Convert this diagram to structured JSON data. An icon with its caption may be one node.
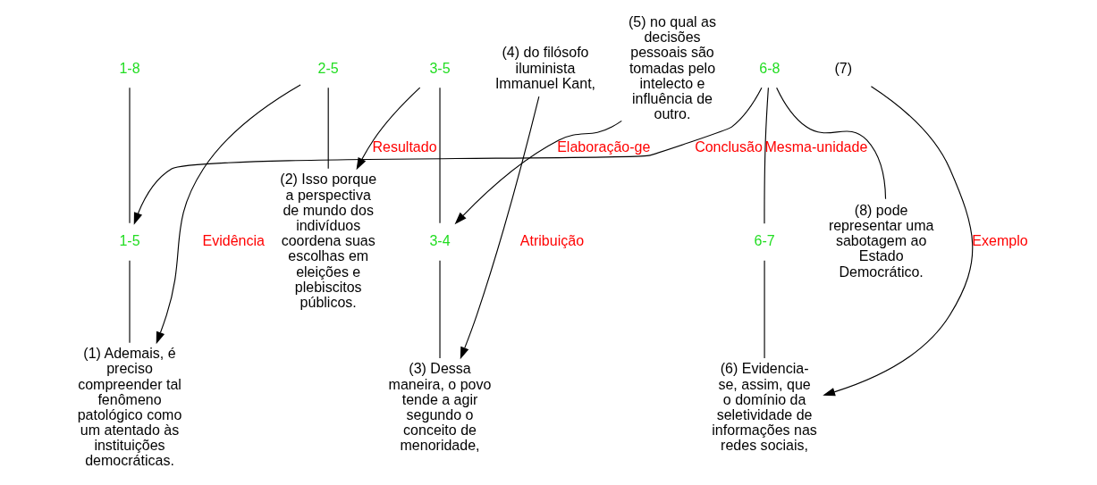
{
  "diagram": {
    "nodes": [
      {
        "text": [
          "1-8"
        ]
      },
      {
        "text": [
          "1-5"
        ]
      },
      {
        "text": [
          "6-8"
        ]
      },
      {
        "text": [
          "(1) Ademais, é preciso compreender tal fenômeno patológico como um atentado às instituições democráticas."
        ]
      },
      {
        "text": [
          "2-5"
        ]
      },
      {
        "text": [
          "6-7"
        ]
      },
      {
        "text": [
          "(8) pode representar uma sabotagem ao Estado Democrático."
        ]
      },
      {
        "text": [
          "(2) Isso porque a perspectiva de mundo dos indivíduos coordena suas escolhas em eleições e plebiscitos públicos."
        ]
      },
      {
        "text": [
          "3-5"
        ]
      },
      {
        "text": [
          "(6) Evidencia-se, assim, que o domínio da seletividade de informações nas redes sociais,"
        ]
      },
      {
        "text": [
          "(7)"
        ]
      },
      {
        "text": [
          "3-4"
        ]
      },
      {
        "text": [
          "(5) no qual as decisões pessoais são tomadas pelo intelecto e influência de outro."
        ]
      },
      {
        "text": [
          "(3) Dessa maneira, o povo tende a agir segundo o conceito de menoridade,"
        ]
      },
      {
        "text": [
          "(4) do filósofo iluminista Immanuel Kant,"
        ]
      }
    ],
    "edges": [
      {
        "from": 0,
        "to": 1,
        "arrow": "none"
      },
      {
        "from": 2,
        "to": 1,
        "arrow": "to",
        "label": "Conclusão"
      },
      {
        "from": 1,
        "to": 3,
        "arrow": "none"
      },
      {
        "from": 4,
        "to": 3,
        "arrow": "to",
        "label": "Evidência"
      },
      {
        "from": 4,
        "to": 7,
        "arrow": "none"
      },
      {
        "from": 8,
        "to": 7,
        "arrow": "to",
        "label": "Resultado"
      },
      {
        "from": 8,
        "to": 11,
        "arrow": "none"
      },
      {
        "from": 12,
        "to": 11,
        "arrow": "to",
        "label": "Elaboração-ge"
      },
      {
        "from": 11,
        "to": 13,
        "arrow": "none"
      },
      {
        "from": 14,
        "to": 13,
        "arrow": "to",
        "label": "Atribuição"
      },
      {
        "from": 2,
        "to": 5,
        "arrow": "none",
        "label": "Mesma-unidade"
      },
      {
        "from": 2,
        "to": 6,
        "arrow": "none"
      },
      {
        "from": 5,
        "to": 9,
        "arrow": "none"
      },
      {
        "from": 10,
        "to": 9,
        "arrow": "to",
        "label": "Exemplo"
      }
    ]
  }
}
